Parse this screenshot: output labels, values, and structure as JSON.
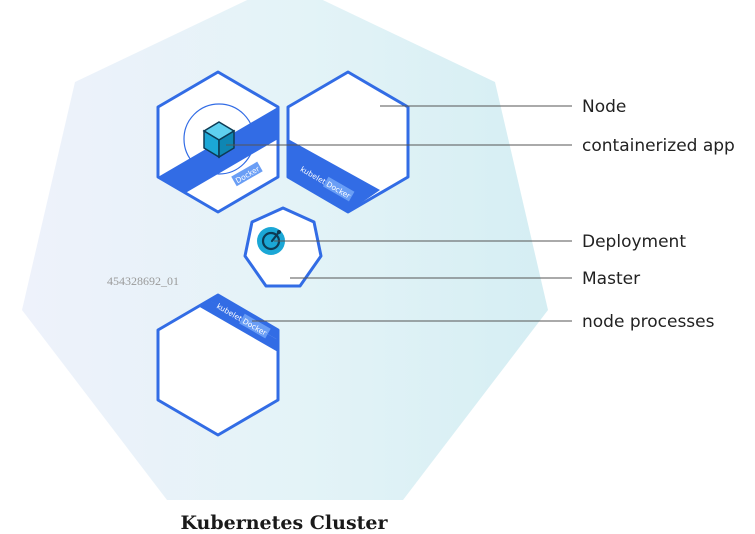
{
  "title": "Kubernetes Cluster",
  "watermark": "454328692_01",
  "labels": {
    "node": "Node",
    "containerized_app": "containerized app",
    "deployment": "Deployment",
    "master": "Master",
    "node_processes": "node processes"
  },
  "node_tags": {
    "kubelet": "kubelet",
    "docker": "Docker"
  },
  "colors": {
    "cluster_fill": "#d9f0f4",
    "cluster_fill_light": "#eaf4fb",
    "node_stroke": "#326ce5",
    "node_band": "#326ce5",
    "docker_tag": "#6a9ef5",
    "app_cube": "#1ba7d6",
    "deployment_icon": "#1ba7d6",
    "leader_line": "#555555"
  }
}
